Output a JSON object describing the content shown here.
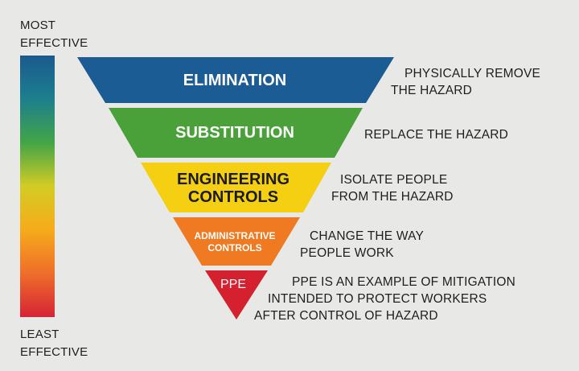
{
  "scale": {
    "top_label": [
      "MOST",
      "EFFECTIVE"
    ],
    "bottom_label": [
      "LEAST",
      "EFFECTIVE"
    ],
    "gradient_colors": [
      "#1a5a8f",
      "#1d7f8d",
      "#43a547",
      "#d2cc25",
      "#f6ab1b",
      "#ee6e2a",
      "#d62436"
    ]
  },
  "tiers": [
    {
      "name": "ELIMINATION",
      "lines": [
        "ELIMINATION"
      ],
      "color": "#1c5c94",
      "description": [
        "PHYSICALLY REMOVE",
        "THE HAZARD"
      ]
    },
    {
      "name": "SUBSTITUTION",
      "lines": [
        "SUBSTITUTION"
      ],
      "color": "#4aa13a",
      "description": [
        "REPLACE THE HAZARD"
      ]
    },
    {
      "name": "ENGINEERING CONTROLS",
      "lines": [
        "ENGINEERING",
        "CONTROLS"
      ],
      "color": "#f5cf12",
      "description": [
        "ISOLATE PEOPLE",
        "FROM THE HAZARD"
      ]
    },
    {
      "name": "ADMINISTRATIVE CONTROLS",
      "lines": [
        "ADMINISTRATIVE",
        "CONTROLS"
      ],
      "color": "#ef7a22",
      "description": [
        "CHANGE THE WAY",
        "PEOPLE WORK"
      ]
    },
    {
      "name": "PPE",
      "lines": [
        "PPE"
      ],
      "color": "#d4202f",
      "description": [
        "PPE IS AN EXAMPLE OF MITIGATION",
        "INTENDED TO PROTECT WORKERS",
        "AFTER CONTROL OF HAZARD"
      ]
    }
  ]
}
